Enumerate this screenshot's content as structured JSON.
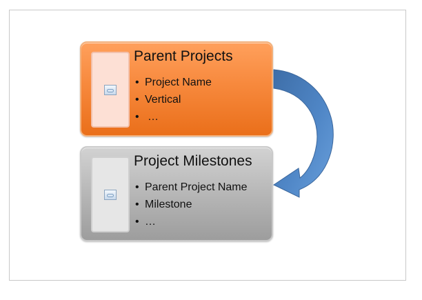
{
  "diagram": {
    "parent": {
      "title": "Parent Projects",
      "items": [
        "Project Name",
        "Vertical",
        "…"
      ],
      "image_icon": "image-placeholder-icon",
      "color": "#f7893d"
    },
    "milestones": {
      "title": "Project Milestones",
      "items": [
        "Parent Project Name",
        "Milestone",
        "…"
      ],
      "image_icon": "image-placeholder-icon",
      "color": "#b4b4b4"
    },
    "connector": {
      "icon": "curved-arrow-icon",
      "color": "#4a7ebb"
    }
  }
}
